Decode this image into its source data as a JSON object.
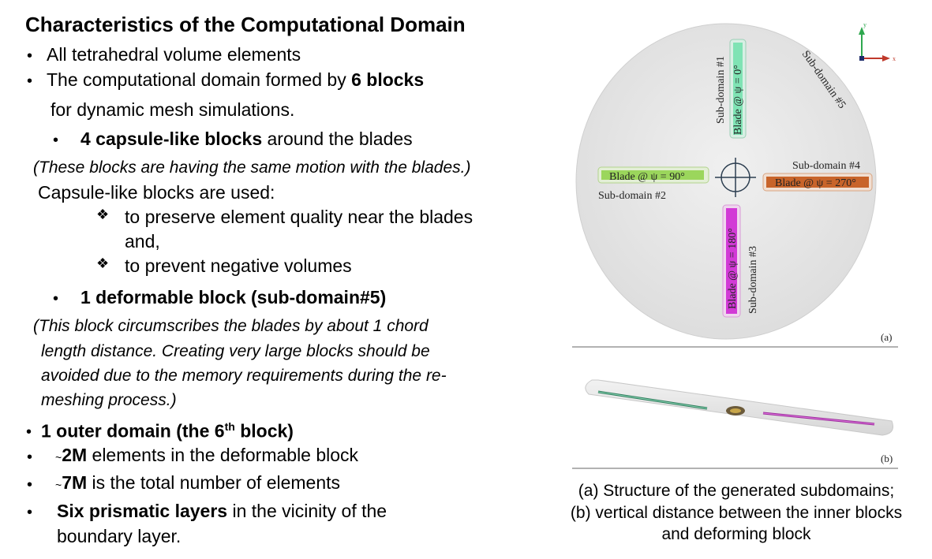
{
  "slide": {
    "title": "Characteristics of the Computational Domain",
    "b1": "All tetrahedral volume elements",
    "b2_pre": "The computational domain formed by ",
    "b2_bold": "6 blocks",
    "b2_cont": "for dynamic mesh simulations.",
    "sub1_bold": "4 capsule-like blocks",
    "sub1_rest": " around the blades",
    "note1": "(These blocks are having the same motion with the blades.)",
    "capsule_line": "Capsule-like blocks are used:",
    "d1a": "to preserve element quality near the blades",
    "d1b": "and,",
    "d2": "to prevent negative volumes",
    "sub2": "1 deformable block (sub-domain#5)",
    "note2_l1": "(This block circumscribes the blades by about 1 chord",
    "note2_l2": "length distance. Creating very large blocks should be",
    "note2_l3": "avoided due to the memory requirements during the re-",
    "note2_l4": "meshing process.)",
    "b3_pre": "1 outer domain (the 6",
    "b3_sup": "th",
    "b3_post": " block)",
    "b4_tilde": "~",
    "b4_bold": "2M",
    "b4_rest": " elements in the deformable block",
    "b5_tilde": "~",
    "b5_bold": "7M",
    "b5_rest": " is the total number of elements",
    "b6_bold": "Six prismatic layers",
    "b6_rest": " in the vicinity of the",
    "b6_cont": "boundary layer."
  },
  "figure": {
    "blade1": "Blade @ ψ = 0°",
    "sub1": "Sub-domain #1",
    "blade2": "Blade @ ψ = 90°",
    "sub2": "Sub-domain #2",
    "blade3": "Blade @ ψ = 180°",
    "sub3": "Sub-domain #3",
    "blade4": "Blade @ ψ = 270°",
    "sub4": "Sub-domain #4",
    "sub5": "Sub-domain #5",
    "label_a": "(a)",
    "label_b": "(b)",
    "axis_y": "y",
    "axis_x": "x",
    "colors": {
      "blade1": "#7fe3b4",
      "blade2": "#9bd65c",
      "blade3": "#d23ad6",
      "blade4": "#c8642a"
    }
  },
  "caption": {
    "l1": "(a) Structure of the generated subdomains;",
    "l2": "(b) vertical distance between the inner blocks",
    "l3": "and deforming block"
  }
}
